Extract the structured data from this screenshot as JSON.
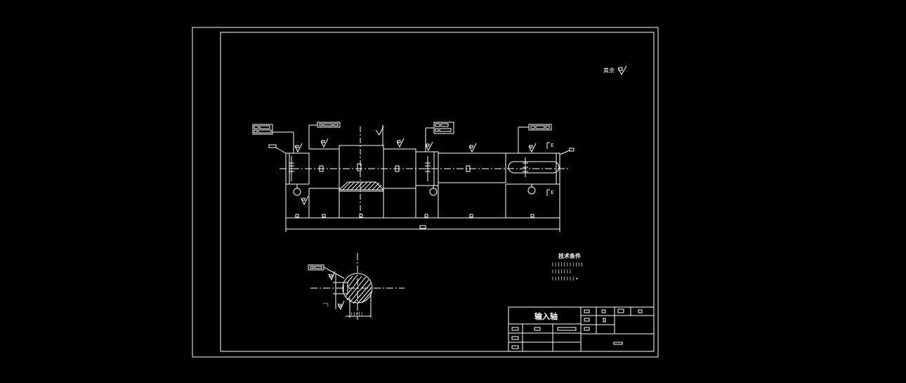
{
  "drawing": {
    "roughness_note": "其余",
    "tech_requirements_title": "技术条件",
    "section_label_left": "E",
    "section_label_right": "E"
  },
  "title_block": {
    "part_name": "输入轴"
  },
  "colors": {
    "background": "#000000",
    "line": "#ffffff"
  }
}
